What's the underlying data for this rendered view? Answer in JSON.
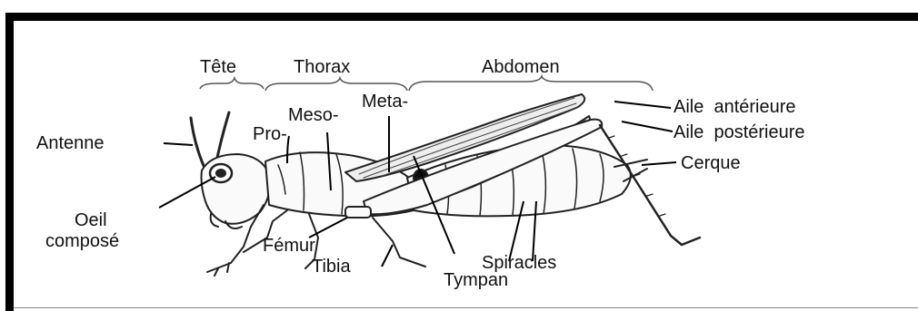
{
  "diagram": {
    "sections": {
      "head": "Tête",
      "thorax": "Thorax",
      "abdomen": "Abdomen"
    },
    "thorax_parts": {
      "pro": "Pro-",
      "meso": "Meso-",
      "meta": "Meta-"
    },
    "labels": {
      "antenna": "Antenne",
      "eye_line1": "Oeil",
      "eye_line2": "composé",
      "femur": "Fémur",
      "tibia": "Tibia",
      "tympan": "Tympan",
      "spiracles": "Spiracles",
      "forewing": "Aile  antérieure",
      "hindwing": "Aile  postérieure",
      "cercus": "Cerque"
    }
  },
  "colors": {
    "ink": "#111111",
    "frame": "#000000",
    "background": "#ffffff"
  }
}
